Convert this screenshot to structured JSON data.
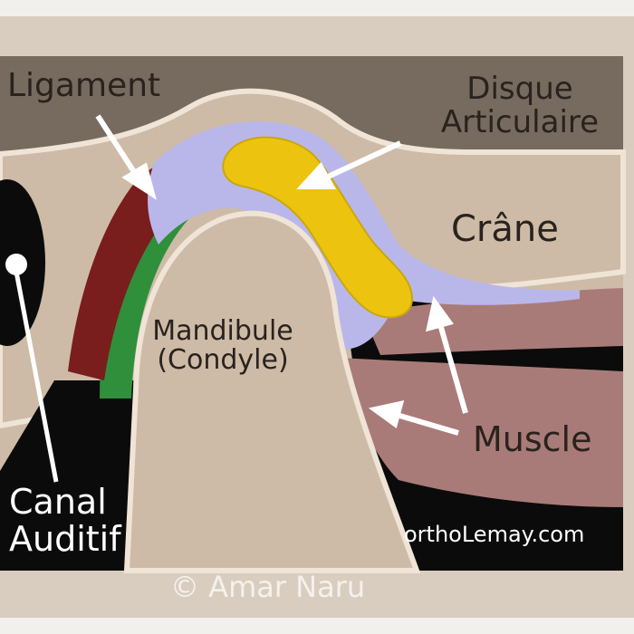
{
  "labels": {
    "ligament": "Ligament",
    "disque": "Disque Articulaire",
    "crane": "Crâne",
    "mandibule_line1": "Mandibule",
    "mandibule_line2": "(Condyle)",
    "muscle": "Muscle",
    "canal_line1": "Canal",
    "canal_line2": "Auditif"
  },
  "credits": {
    "website": "orthoLemay.com",
    "copyright": "© Amar Naru"
  },
  "colors": {
    "frame": "#d9cdbf",
    "bone": "#cdbba7",
    "dark_space": "#776a5f",
    "black": "#0b0b0b",
    "muscle": "#a97b78",
    "disc": "#ecc410",
    "lavender": "#b9b7ea",
    "green": "#2f8f3a",
    "ligament_red": "#7a1d1d",
    "outline": "#efe4d6"
  }
}
